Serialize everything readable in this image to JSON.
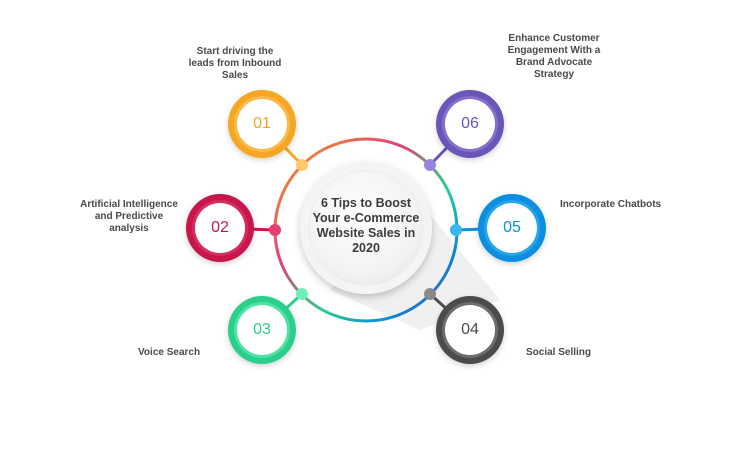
{
  "title": "6 Tips to Boost\nYour e-Commerce\nWebsite Sales in\n2020",
  "tips": [
    {
      "number": "01",
      "label": "Start driving the\nleads from Inbound\nSales",
      "color": "#f5a623",
      "color_light": "#ffc96b"
    },
    {
      "number": "02",
      "label": "Artificial Intelligence\nand Predictive\nanalysis",
      "color": "#c8174b",
      "color_light": "#e3416f"
    },
    {
      "number": "03",
      "label": "Voice Search",
      "color": "#2ccf8c",
      "color_light": "#6ff0b9"
    },
    {
      "number": "04",
      "label": "Social Selling",
      "color": "#4c4c4c",
      "color_light": "#8a8a8a"
    },
    {
      "number": "05",
      "label": "Incorporate Chatbots",
      "color": "#0a8ede",
      "color_light": "#37b8f5"
    },
    {
      "number": "06",
      "label": "Enhance Customer\nEngagement With a\nBrand Advocate\nStrategy",
      "color": "#6b54b8",
      "color_light": "#9a85dc"
    }
  ]
}
